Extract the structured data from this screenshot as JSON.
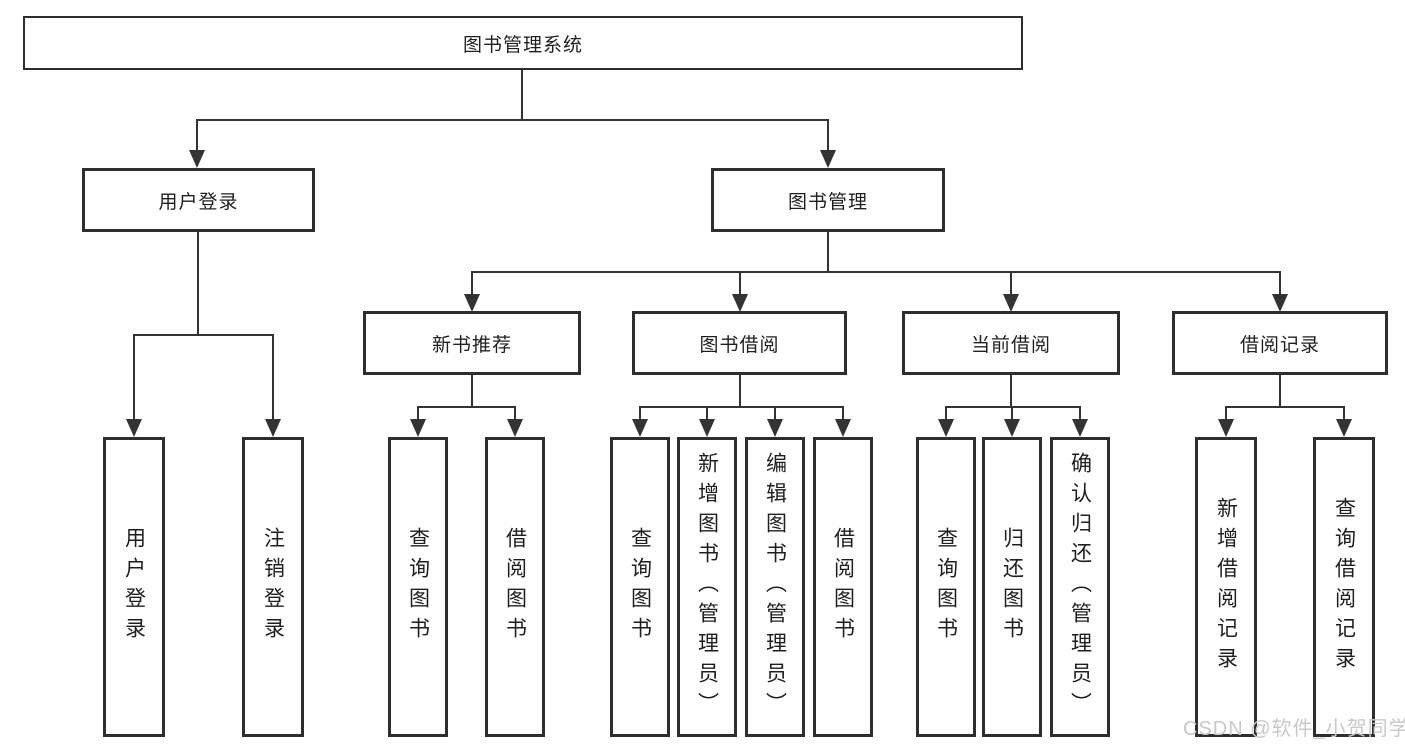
{
  "diagram_type": "hierarchy-tree",
  "tree": {
    "label": "图书管理系统",
    "children": [
      {
        "label": "用户登录",
        "children": [
          {
            "label": "用户登录"
          },
          {
            "label": "注销登录"
          }
        ]
      },
      {
        "label": "图书管理",
        "children": [
          {
            "label": "新书推荐",
            "children": [
              {
                "label": "查询图书"
              },
              {
                "label": "借阅图书"
              }
            ]
          },
          {
            "label": "图书借阅",
            "children": [
              {
                "label": "查询图书"
              },
              {
                "label": "新增图书（管理员）"
              },
              {
                "label": "编辑图书（管理员）"
              },
              {
                "label": "借阅图书"
              }
            ]
          },
          {
            "label": "当前借阅",
            "children": [
              {
                "label": "查询图书"
              },
              {
                "label": "归还图书"
              },
              {
                "label": "确认归还（管理员）"
              }
            ]
          },
          {
            "label": "借阅记录",
            "children": [
              {
                "label": "新增借阅记录"
              },
              {
                "label": "查询借阅记录"
              }
            ]
          }
        ]
      }
    ]
  },
  "watermark": {
    "text": "CSDN @软件_小贺同学",
    "color": "#c9c9c9"
  },
  "colors": {
    "background": "#ffffff",
    "line": "#333333",
    "box_border": "#2e2e2e",
    "text": "#1f1f1f"
  }
}
